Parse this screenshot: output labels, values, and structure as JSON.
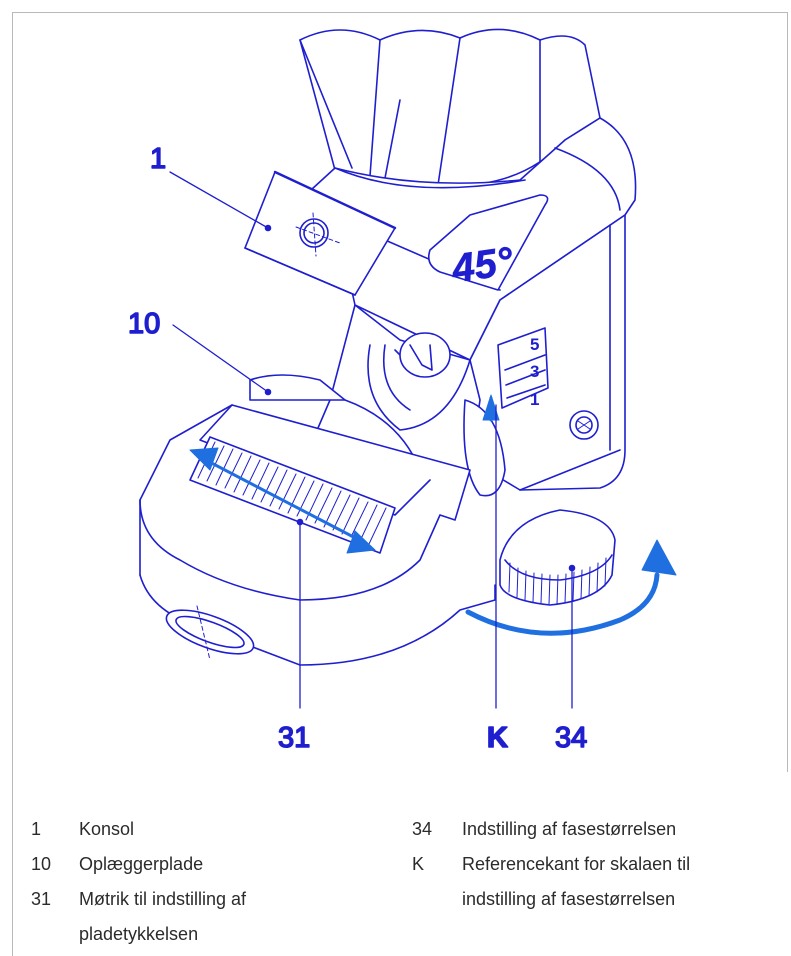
{
  "callouts": {
    "c1": "1",
    "c10": "10",
    "c31": "31",
    "cK": "K",
    "c34": "34"
  },
  "angle_label": "45°",
  "scale_marks": [
    "5",
    "3",
    "1"
  ],
  "legend": [
    {
      "num": "1",
      "text": "Konsol"
    },
    {
      "num": "10",
      "text": "Oplæggerplade"
    },
    {
      "num": "31",
      "text": "Møtrik til indstilling af",
      "text2": "pladetykkelsen"
    },
    {
      "num": "34",
      "text": "Indstilling af fasestørrelsen"
    },
    {
      "num": "K",
      "text": "Referencekant for skalaen til",
      "text2": "indstilling af fasestørrelsen"
    }
  ],
  "colors": {
    "line": "#1f1fd0",
    "arrow": "#1f6fe0",
    "text": "#2b2b2b",
    "frame": "#b9b9b9"
  }
}
